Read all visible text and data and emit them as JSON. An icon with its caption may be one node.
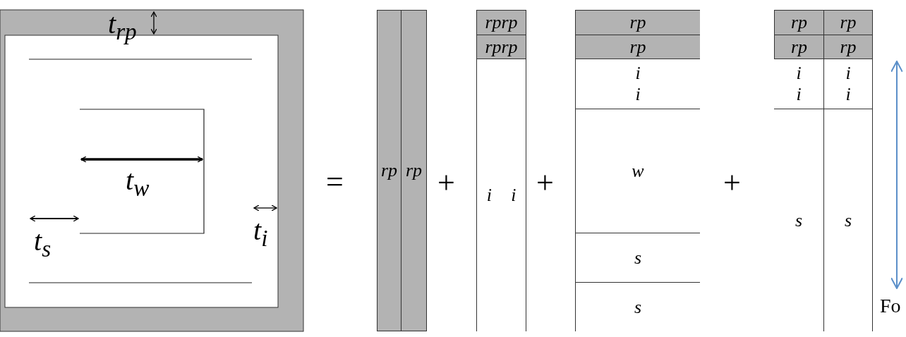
{
  "diagram": {
    "nodes": [
      {
        "text": [
          "rp"
        ]
      },
      {
        "text": [
          "rp"
        ]
      },
      {
        "text": [
          "rprp"
        ]
      },
      {
        "text": [
          "rprp"
        ]
      },
      {
        "text": [
          "i",
          "i"
        ]
      },
      {
        "text": [
          "rp"
        ]
      },
      {
        "text": [
          "rp"
        ]
      },
      {
        "text": [
          "i",
          "i"
        ]
      },
      {
        "text": [
          "w"
        ]
      },
      {
        "text": [
          "s"
        ]
      },
      {
        "text": [
          "s"
        ]
      },
      {
        "text": [
          "rp"
        ]
      },
      {
        "text": [
          "rp"
        ]
      },
      {
        "text": [
          "rp"
        ]
      },
      {
        "text": [
          "rp"
        ]
      },
      {
        "text": [
          "i",
          "i"
        ]
      },
      {
        "text": [
          "i",
          "i"
        ]
      },
      {
        "text": [
          "s"
        ]
      },
      {
        "text": [
          "s"
        ]
      }
    ],
    "edges": [],
    "labels": [
      "t$_{rp}$",
      "t$_{w}$",
      "t$_{s}$",
      "t$_{i}$",
      "=",
      "+",
      "+",
      "+",
      "Fo"
    ]
  }
}
